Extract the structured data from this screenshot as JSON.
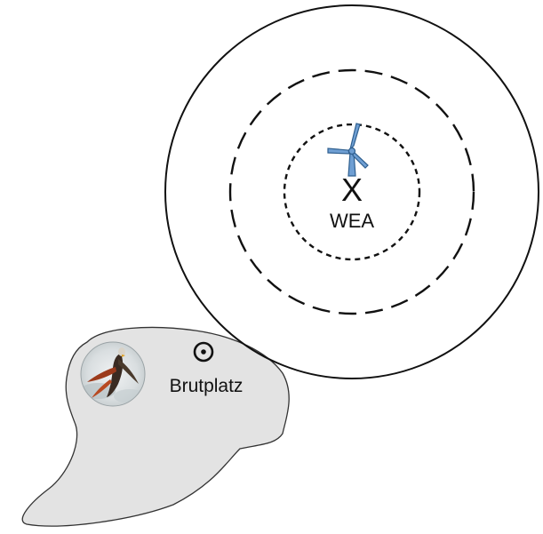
{
  "wind_turbine": {
    "label": "WEA",
    "marker": "X",
    "icon": "wind-turbine-icon",
    "color": "#5b8fc7"
  },
  "nest": {
    "label": "Brutplatz",
    "icon": "nest-site-icon"
  },
  "habitat": {
    "fill": "#e3e3e3",
    "photo_icon": "red-kite-photo"
  },
  "rings": {
    "stroke": "#111111"
  }
}
